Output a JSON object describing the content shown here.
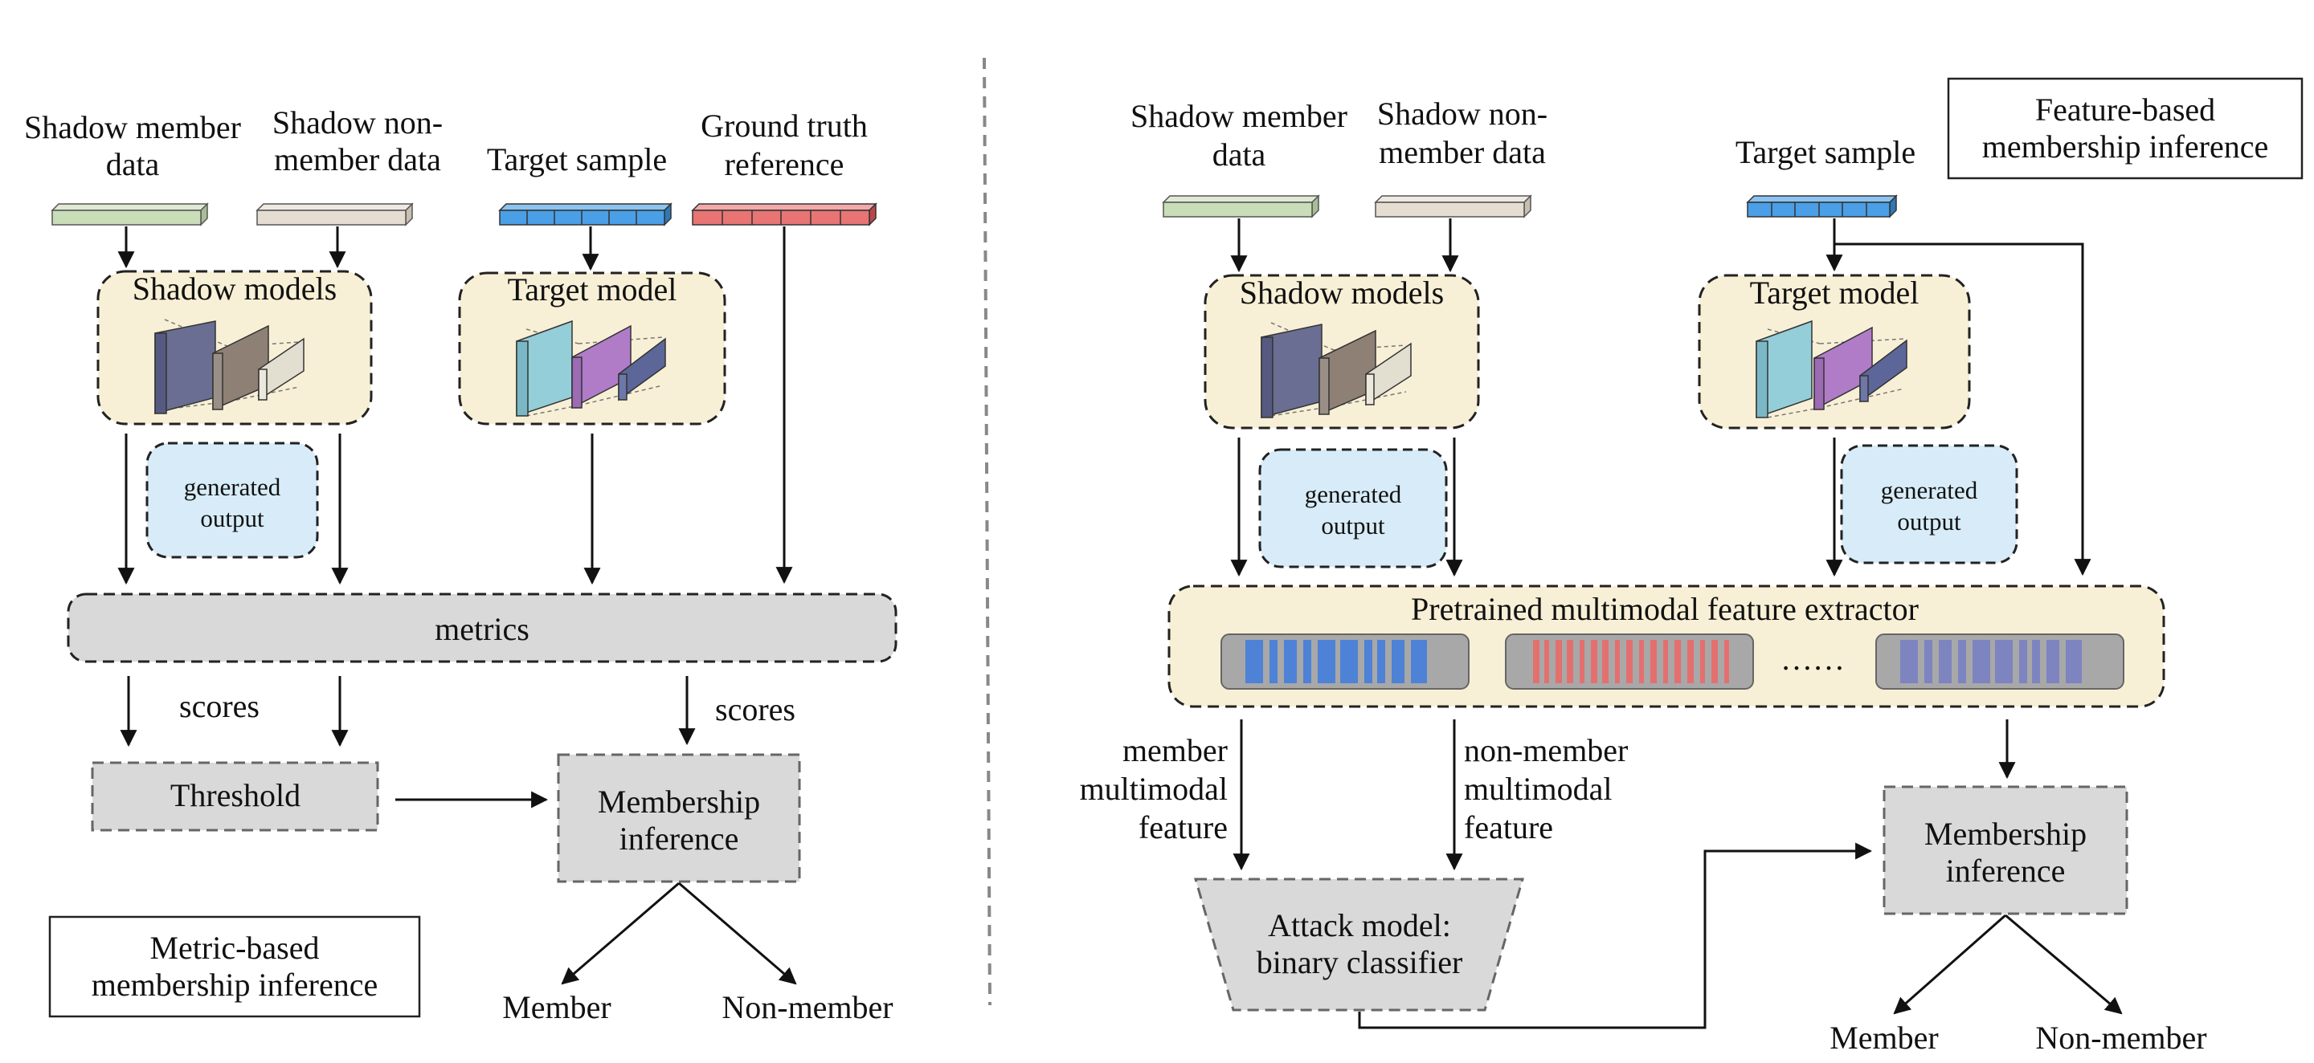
{
  "left": {
    "inputs": {
      "shadow_member": [
        "Shadow member",
        "data"
      ],
      "shadow_nonmember": [
        "Shadow non-",
        "member data"
      ],
      "target_sample": "Target sample",
      "ground_truth": [
        "Ground truth",
        "reference"
      ]
    },
    "shadow_models": "Shadow models",
    "target_model": "Target model",
    "generated_output": [
      "generated",
      "output"
    ],
    "metrics": "metrics",
    "scores_left": "scores",
    "scores_right": "scores",
    "threshold": "Threshold",
    "membership_inference": [
      "Membership",
      "inference"
    ],
    "member": "Member",
    "non_member": "Non-member",
    "title": [
      "Metric-based",
      "membership inference"
    ]
  },
  "right": {
    "inputs": {
      "shadow_member": [
        "Shadow member",
        "data"
      ],
      "shadow_nonmember": [
        "Shadow non-",
        "member data"
      ],
      "target_sample": "Target sample"
    },
    "title": [
      "Feature-based",
      "membership inference"
    ],
    "shadow_models": "Shadow models",
    "target_model": "Target model",
    "generated_output_1": [
      "generated",
      "output"
    ],
    "generated_output_2": [
      "generated",
      "output"
    ],
    "extractor": "Pretrained multimodal feature extractor",
    "ellipsis": "……",
    "member_feature": [
      "member",
      "multimodal",
      "feature"
    ],
    "nonmember_feature": [
      "non-member",
      "multimodal",
      "feature"
    ],
    "attack_model": [
      "Attack model:",
      "binary classifier"
    ],
    "membership_inference": [
      "Membership",
      "inference"
    ],
    "member": "Member",
    "non_member": "Non-member"
  },
  "colors": {
    "shadow_member_data": "#c9ddb8",
    "shadow_nonmember_data": "#e6ddd2",
    "target_sample": "#4a9fe6",
    "ground_truth": "#e87474",
    "model_box": "#f8f0d6",
    "generated_box": "#d7ecf8",
    "gray_box": "#d9d9d9",
    "feat_blue": "#4d82d6",
    "feat_red": "#e46f6f",
    "feat_purple": "#7d84c0",
    "feat_bg": "#a8a8a8"
  }
}
